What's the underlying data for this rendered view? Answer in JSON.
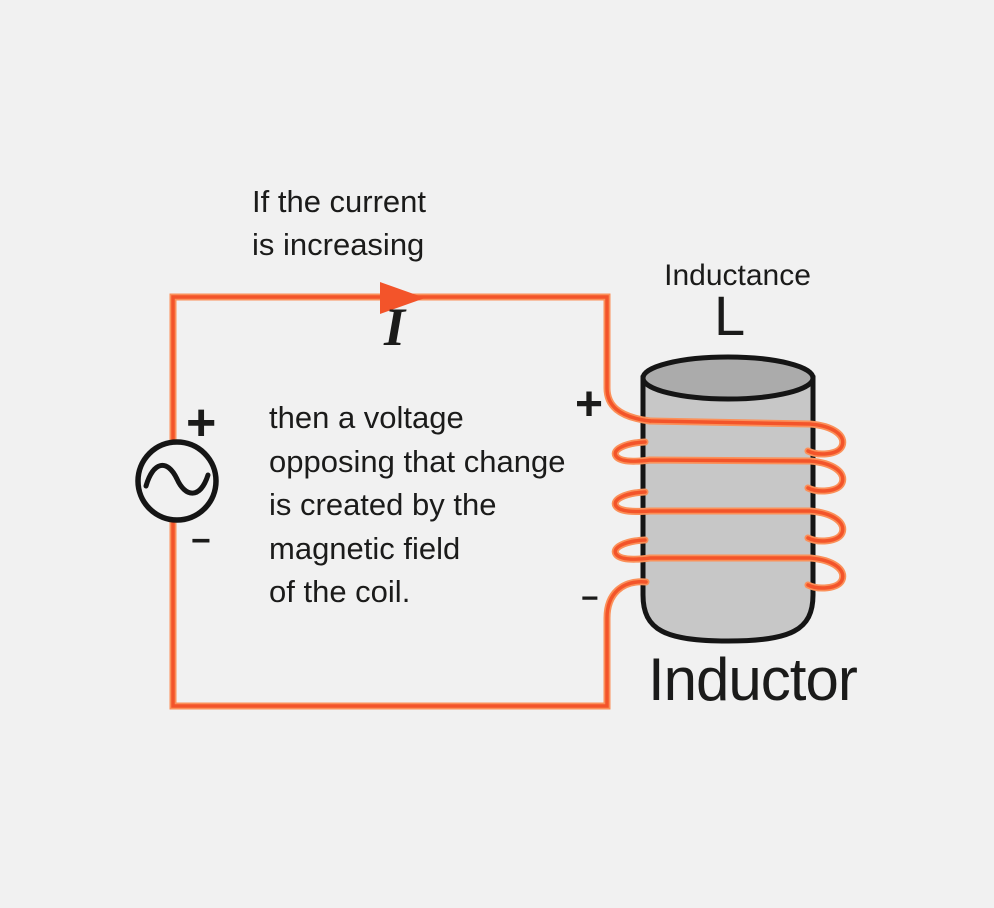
{
  "diagram": {
    "title_caption": "Inductor",
    "condition_text": "If the current\nis increasing",
    "explanation_text": "then a voltage\nopposing that change\nis created by the\nmagnetic field\nof the coil.",
    "current_symbol": "I",
    "inductance_title": "Inductance",
    "inductance_symbol": "L",
    "source_positive": "+",
    "source_negative": "−",
    "inductor_positive": "+",
    "inductor_negative": "−"
  },
  "colors": {
    "background": "#F1F1F1",
    "wire": "#F3542A",
    "wire_highlight": "#FB9059",
    "cylinder_body": "#C7C7C7",
    "cylinder_top": "#ABABAB",
    "outline": "#151515",
    "text": "#1B1B1A"
  }
}
